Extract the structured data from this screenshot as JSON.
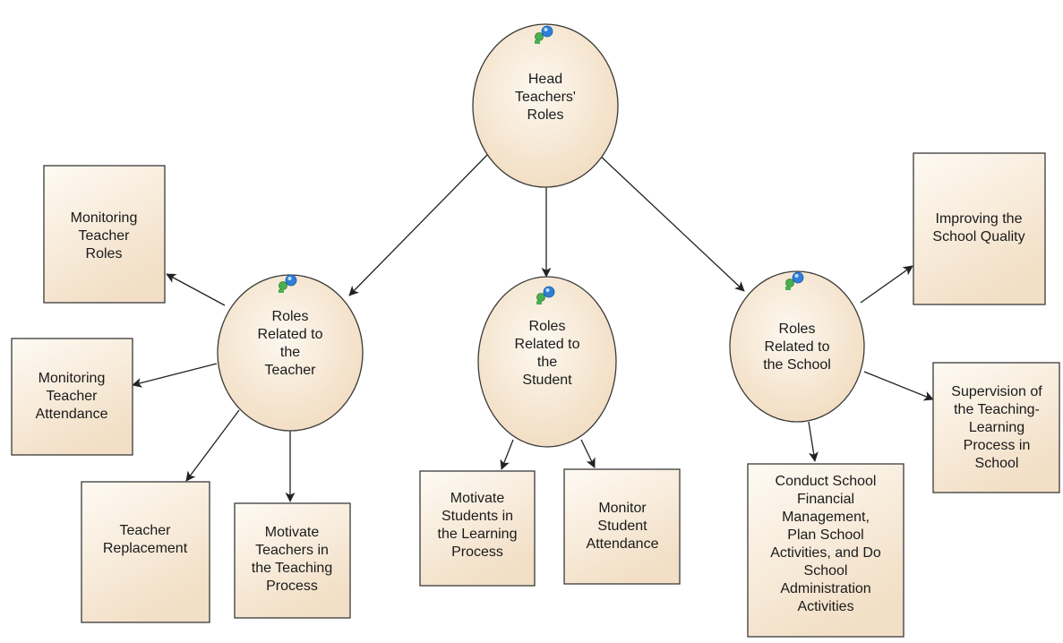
{
  "diagram": {
    "root": {
      "lines": [
        "Head",
        "Teachers'",
        "Roles"
      ]
    },
    "teacher": {
      "lines": [
        "Roles",
        "Related to",
        "the",
        "Teacher"
      ]
    },
    "student": {
      "lines": [
        "Roles",
        "Related to",
        "the",
        "Student"
      ]
    },
    "school": {
      "lines": [
        "Roles",
        "Related to",
        "the School"
      ]
    },
    "monitoring_roles": {
      "lines": [
        "Monitoring",
        "Teacher",
        "Roles"
      ]
    },
    "monitoring_attendance": {
      "lines": [
        "Monitoring",
        "Teacher",
        "Attendance"
      ]
    },
    "teacher_replacement": {
      "lines": [
        "Teacher",
        "Replacement"
      ]
    },
    "motivate_teachers": {
      "lines": [
        "Motivate",
        "Teachers in",
        "the Teaching",
        "Process"
      ]
    },
    "motivate_students": {
      "lines": [
        "Motivate",
        "Students in",
        "the Learning",
        "Process"
      ]
    },
    "monitor_student": {
      "lines": [
        "Monitor",
        "Student",
        "Attendance"
      ]
    },
    "improving_quality": {
      "lines": [
        "Improving the",
        "School Quality"
      ]
    },
    "supervision": {
      "lines": [
        "Supervision of",
        "the Teaching-",
        "Learning",
        "Process in",
        "School"
      ]
    },
    "conduct_school": {
      "lines": [
        "Conduct School",
        "Financial",
        "Management,",
        "Plan School",
        "Activities, and Do",
        "School",
        "Administration",
        "Activities"
      ]
    }
  },
  "colors": {
    "fill_light": "#fdf8f0",
    "fill_dark": "#f1dcc0",
    "border": "#3a3a3a",
    "arrow": "#222222",
    "icon_green": "#4caf50",
    "icon_blue": "#2f7fd6"
  },
  "icons": [
    "concept-icon"
  ]
}
